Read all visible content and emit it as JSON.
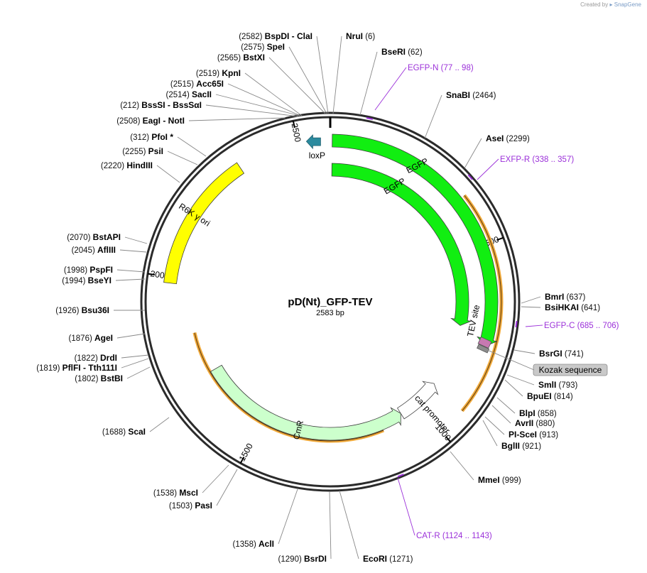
{
  "credit": {
    "prefix": "Created by",
    "brand": "SnapGene"
  },
  "map": {
    "name": "pD(Nt)_GFP-TEV",
    "length_label": "2583 bp",
    "total_bp": 2583
  },
  "ticks": [
    {
      "label": "500",
      "bp": 500
    },
    {
      "label": "1000",
      "bp": 1000
    },
    {
      "label": "1500",
      "bp": 1500
    },
    {
      "label": "2000",
      "bp": 2000
    },
    {
      "label": "2500",
      "bp": 2500
    }
  ],
  "features": [
    {
      "id": "egfp-outer",
      "label": "EGFP",
      "start": 5,
      "end": 760,
      "track": "outer",
      "color": "#11ee11",
      "strand": 1,
      "reading_frame": true
    },
    {
      "id": "egfp-inner",
      "label": "EGFP",
      "start": 5,
      "end": 720,
      "track": "inner",
      "color": "#11ee11",
      "strand": 1
    },
    {
      "id": "cmr",
      "label": "CmR",
      "start": 1060,
      "end": 1720,
      "track": "inner",
      "color": "#ccffcc",
      "strand": -1,
      "reading_frame": true
    },
    {
      "id": "r6k",
      "label": "R6K γ ori",
      "start": 1985,
      "end": 2340,
      "track": "outer",
      "color": "#ffff00",
      "strand": 0
    },
    {
      "id": "cat-promoter",
      "label": "cat promoter",
      "start": 920,
      "end": 1060,
      "track": "inner",
      "color": "#ffffff",
      "strand": -1
    },
    {
      "id": "loxp",
      "label": "loxP",
      "start": 2525,
      "end": 2560,
      "track": "outer",
      "color": "#2b8a9e",
      "strand": -1
    },
    {
      "id": "tev-site",
      "label": "TEV site",
      "start": 740,
      "end": 762,
      "track": "outer",
      "color": "#c779b1",
      "strand": 0
    },
    {
      "id": "kozak",
      "label": "Kozak sequence",
      "start": 764,
      "end": 772,
      "track": "outer",
      "color": "#8c8c8c",
      "strand": 0
    }
  ],
  "sites": [
    {
      "name": "BspDI - ClaI",
      "pos": "(2582)"
    },
    {
      "name": "NruI",
      "pos": "(6)"
    },
    {
      "name": "SpeI",
      "pos": "(2575)"
    },
    {
      "name": "BseRI",
      "pos": "(62)"
    },
    {
      "name": "BstXI",
      "pos": "(2565)"
    },
    {
      "name": "KpnI",
      "pos": "(2519)"
    },
    {
      "name": "Acc65I",
      "pos": "(2515)"
    },
    {
      "name": "SacII",
      "pos": "(2514)"
    },
    {
      "name": "BssSI - BssSαI",
      "pos": "(212)"
    },
    {
      "name": "EagI - NotI",
      "pos": "(2508)"
    },
    {
      "name": "SnaBI",
      "pos": "(2464)"
    },
    {
      "name": "PfoI *",
      "pos": "(312)"
    },
    {
      "name": "AseI",
      "pos": "(2299)"
    },
    {
      "name": "PsiI",
      "pos": "(2255)"
    },
    {
      "name": "HindIII",
      "pos": "(2220)"
    },
    {
      "name": "BstAPI",
      "pos": "(2070)"
    },
    {
      "name": "AflIII",
      "pos": "(2045)"
    },
    {
      "name": "BmrI",
      "pos": "(637)"
    },
    {
      "name": "BsiHKAI",
      "pos": "(641)"
    },
    {
      "name": "PspFI",
      "pos": "(1998)"
    },
    {
      "name": "BseYI",
      "pos": "(1994)"
    },
    {
      "name": "Bsu36I",
      "pos": "(1926)"
    },
    {
      "name": "AgeI",
      "pos": "(1876)"
    },
    {
      "name": "BsrGI",
      "pos": "(741)"
    },
    {
      "name": "DrdI",
      "pos": "(1822)"
    },
    {
      "name": "PflFI - Tth111I",
      "pos": "(1819)"
    },
    {
      "name": "BstBI",
      "pos": "(1802)"
    },
    {
      "name": "SmlI",
      "pos": "(793)"
    },
    {
      "name": "BpuEI",
      "pos": "(814)"
    },
    {
      "name": "BlpI",
      "pos": "(858)"
    },
    {
      "name": "AvrII",
      "pos": "(880)"
    },
    {
      "name": "PI-SceI",
      "pos": "(913)"
    },
    {
      "name": "BglII",
      "pos": "(921)"
    },
    {
      "name": "ScaI",
      "pos": "(1688)"
    },
    {
      "name": "MmeI",
      "pos": "(999)"
    },
    {
      "name": "MscI",
      "pos": "(1538)"
    },
    {
      "name": "PasI",
      "pos": "(1503)"
    },
    {
      "name": "AclI",
      "pos": "(1358)"
    },
    {
      "name": "BsrDI",
      "pos": "(1290)"
    },
    {
      "name": "EcoRI",
      "pos": "(1271)"
    }
  ],
  "primers": [
    {
      "name": "EGFP-N",
      "range": "(77 .. 98)",
      "bp": 87
    },
    {
      "name": "EXFP-R",
      "range": "(338 .. 357)",
      "bp": 347
    },
    {
      "name": "EGFP-C",
      "range": "(685 .. 706)",
      "bp": 695
    },
    {
      "name": "CAT-R",
      "range": "(1124 .. 1143)",
      "bp": 1133
    }
  ]
}
